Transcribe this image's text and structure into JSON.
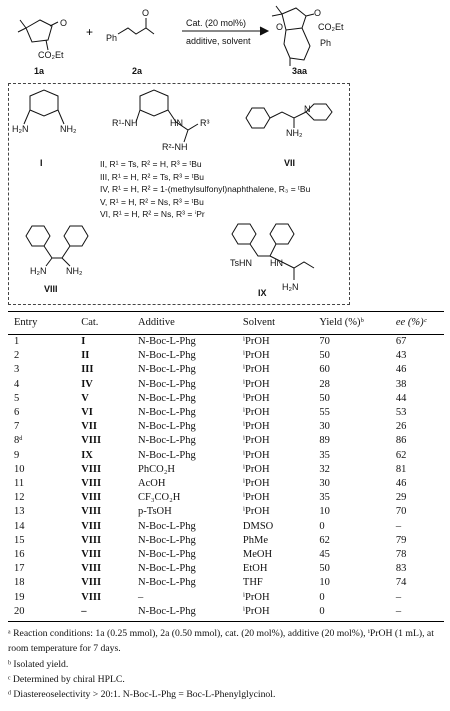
{
  "scheme": {
    "plus": "+",
    "arrow_top": "Cat. (20 mol%)",
    "arrow_bottom": "additive, solvent",
    "compound_1a": "1a",
    "compound_2a": "2a",
    "compound_3aa": "3aa",
    "group_co2et_1a": "CO₂Et",
    "group_co2et_3aa": "CO₂Et",
    "group_ph_2a": "Ph",
    "group_ph_3aa": "Ph",
    "label_o_1": "O",
    "label_o_2": "O",
    "label_o_3": "O",
    "label_o_4": "O",
    "label_o_5": "O"
  },
  "catalysts": {
    "I_label": "I",
    "I_h2n": "H₂N",
    "I_nh2": "NH₂",
    "II_r1nh": "R¹-NH",
    "II_hn": "HN",
    "II_r3": "R³",
    "II_r2nh": "R²-NH",
    "VII_label": "VII",
    "VII_nh2": "NH₂",
    "VII_n": "N",
    "VIII_label": "VIII",
    "VIII_h2n": "H₂N",
    "VIII_nh2": "NH₂",
    "IX_label": "IX",
    "IX_tshn": "TsHN",
    "IX_hn": "HN",
    "IX_h2n": "H₂N",
    "lines": [
      "II, R¹ = Ts, R² = H, R³ = ᵗBu",
      "III, R¹ = H, R² = Ts, R³ = ᵗBu",
      "IV, R¹ = H, R² = 1-(methylsulfonyl)naphthalene, R₃ = ᵗBu",
      "V, R¹ = H, R² = Ns, R³ = ᵗBu",
      "VI, R¹ = H, R² = Ns, R³ = ⁱPr"
    ]
  },
  "table": {
    "headers": [
      "Entry",
      "Cat.",
      "Additive",
      "Solvent",
      "Yield (%)ᵇ",
      "ee (%)ᶜ"
    ],
    "rows": [
      [
        "1",
        "I",
        "N-Boc-L-Phg",
        "ⁱPrOH",
        "70",
        "67"
      ],
      [
        "2",
        "II",
        "N-Boc-L-Phg",
        "ⁱPrOH",
        "50",
        "43"
      ],
      [
        "3",
        "III",
        "N-Boc-L-Phg",
        "ⁱPrOH",
        "60",
        "46"
      ],
      [
        "4",
        "IV",
        "N-Boc-L-Phg",
        "ⁱPrOH",
        "28",
        "38"
      ],
      [
        "5",
        "V",
        "N-Boc-L-Phg",
        "ⁱPrOH",
        "50",
        "44"
      ],
      [
        "6",
        "VI",
        "N-Boc-L-Phg",
        "ⁱPrOH",
        "55",
        "53"
      ],
      [
        "7",
        "VII",
        "N-Boc-L-Phg",
        "ⁱPrOH",
        "30",
        "26"
      ],
      [
        "8ᵈ",
        "VIII",
        "N-Boc-L-Phg",
        "ⁱPrOH",
        "89",
        "86"
      ],
      [
        "9",
        "IX",
        "N-Boc-L-Phg",
        "ⁱPrOH",
        "35",
        "62"
      ],
      [
        "10",
        "VIII",
        "PhCO₂H",
        "ⁱPrOH",
        "32",
        "81"
      ],
      [
        "11",
        "VIII",
        "AcOH",
        "ⁱPrOH",
        "30",
        "46"
      ],
      [
        "12",
        "VIII",
        "CF₃CO₂H",
        "ⁱPrOH",
        "35",
        "29"
      ],
      [
        "13",
        "VIII",
        "p-TsOH",
        "ⁱPrOH",
        "10",
        "70"
      ],
      [
        "14",
        "VIII",
        "N-Boc-L-Phg",
        "DMSO",
        "0",
        "–"
      ],
      [
        "15",
        "VIII",
        "N-Boc-L-Phg",
        "PhMe",
        "62",
        "79"
      ],
      [
        "16",
        "VIII",
        "N-Boc-L-Phg",
        "MeOH",
        "45",
        "78"
      ],
      [
        "17",
        "VIII",
        "N-Boc-L-Phg",
        "EtOH",
        "50",
        "83"
      ],
      [
        "18",
        "VIII",
        "N-Boc-L-Phg",
        "THF",
        "10",
        "74"
      ],
      [
        "19",
        "VIII",
        "–",
        "ⁱPrOH",
        "0",
        "–"
      ],
      [
        "20",
        "–",
        "N-Boc-L-Phg",
        "ⁱPrOH",
        "0",
        "–"
      ]
    ]
  },
  "footnotes": [
    "ᵃ Reaction conditions: 1a (0.25 mmol), 2a (0.50 mmol), cat. (20 mol%), additive (20 mol%), ⁱPrOH (1 mL), at room temperature for 7 days.",
    "ᵇ Isolated yield.",
    "ᶜ Determined by chiral HPLC.",
    "ᵈ Diastereoselectivity > 20:1. N-Boc-L-Phg = Boc-L-Phenylglycinol."
  ]
}
